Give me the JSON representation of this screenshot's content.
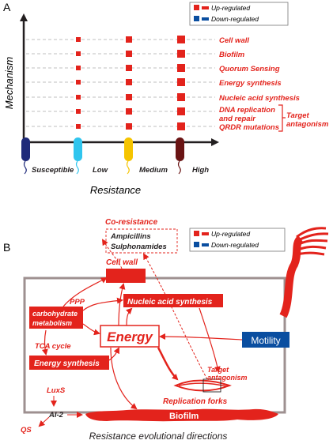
{
  "panel_a": {
    "label": "A",
    "ylabel": "Mechanism",
    "xlabel": "Resistance",
    "legend": {
      "up": "Up-regulated",
      "down": "Down-regulated"
    },
    "colors": {
      "up": "#e3231c",
      "down": "#0a4ea0",
      "arrow": "#231f20"
    },
    "levels": [
      {
        "label": "Susceptible",
        "color": "#1f2a7a"
      },
      {
        "label": "Low",
        "color": "#30c5ee"
      },
      {
        "label": "Medium",
        "color": "#f5c400"
      },
      {
        "label": "High",
        "color": "#6a1414"
      }
    ],
    "mechanisms": [
      {
        "label": "Cell wall",
        "levels_up": [
          1,
          2,
          3
        ]
      },
      {
        "label": "Biofilm",
        "levels_up": [
          1,
          2,
          3
        ]
      },
      {
        "label": "Quorum Sensing",
        "levels_up": [
          1,
          2,
          3
        ]
      },
      {
        "label": "Energy synthesis",
        "levels_up": [
          1,
          2,
          3
        ]
      },
      {
        "label": "Nucleic acid synthesis",
        "levels_up": [
          1,
          2,
          3
        ]
      },
      {
        "label": "DNA replication",
        "levels_up": [
          1,
          2,
          3
        ]
      },
      {
        "label": "and repair",
        "levels_up": []
      },
      {
        "label": "QRDR mutations",
        "levels_up": [
          1,
          2,
          3
        ]
      }
    ],
    "bracket_label_1": "Target",
    "bracket_label_2": "antagonism"
  },
  "panel_b": {
    "label": "B",
    "legend": {
      "up": "Up-regulated",
      "down": "Down-regulated"
    },
    "co_resistance": "Co-resistance",
    "drug_1": "Ampicillins",
    "drug_2": "Sulphonamides",
    "cell_wall": "Cell wall",
    "ppp": "PPP",
    "carb_1": "carbohydrate",
    "carb_2": "metabolism",
    "nucleic": "Nucleic acid synthesis",
    "tca": "TCA cycle",
    "energy": "Energy",
    "energy_synth": "Energy synthesis",
    "motility": "Motility",
    "target_1": "Target",
    "target_2": "antagonism",
    "replication": "Replication forks",
    "luxs": "LuxS",
    "ai2": "AI-2",
    "qs": "QS",
    "biofilm": "Biofilm",
    "caption": "Resistance evolutional directions"
  }
}
